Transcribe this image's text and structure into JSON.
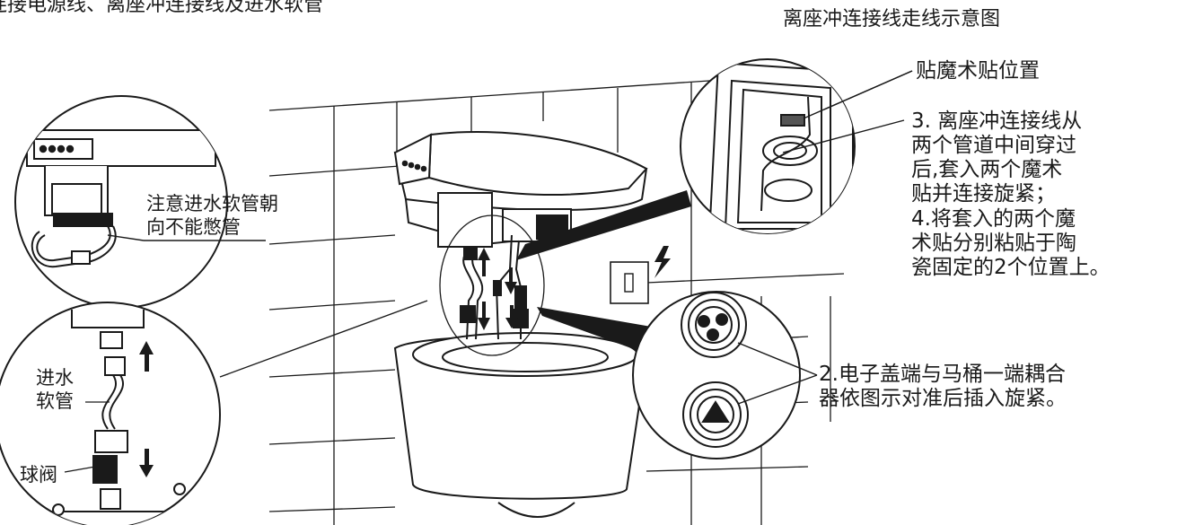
{
  "header": {
    "left_title": "连接电源线、离座冲连接线及进水软管",
    "right_title": "离座冲连接线走线示意图"
  },
  "callouts": {
    "velcro_position": "贴魔术贴位置",
    "step3_lines": [
      "3. 离座冲连接线从",
      "两个管道中间穿过",
      "后,套入两个魔术",
      "贴并连接旋紧；"
    ],
    "step4_lines": [
      "4.将套入的两个魔",
      "术贴分别粘贴于陶",
      "瓷固定的2个位置上。"
    ],
    "step2_lines": [
      "2.电子盖端与马桶一端耦合",
      "器依图示对准后插入旋紧。"
    ],
    "hose_note_lines": [
      "注意进水软管朝",
      "向不能憋管"
    ],
    "inlet_hose_lines": [
      "进水",
      "软管"
    ],
    "ball_valve": "球阀"
  },
  "icons": {
    "power_socket": "lightning-icon",
    "flow_up": "arrow-up-icon",
    "flow_down": "arrow-down-icon"
  },
  "colors": {
    "line": "#1a1a1a",
    "wedge": "#1a1a1a",
    "background": "#ffffff"
  }
}
